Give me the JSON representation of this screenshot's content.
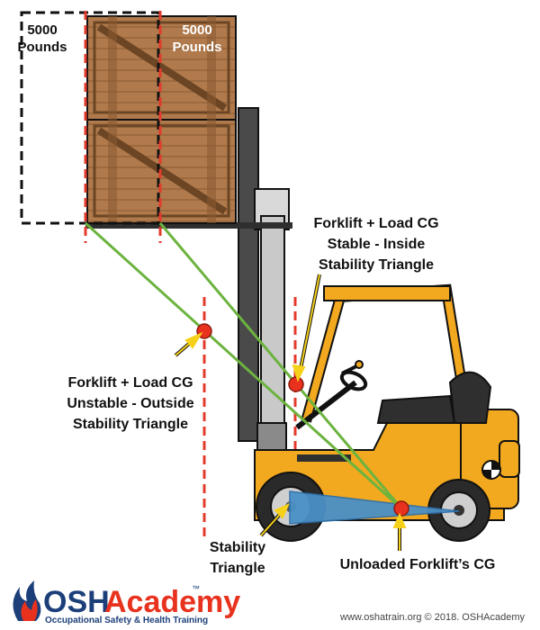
{
  "labels": {
    "load_left_line1": "5000",
    "load_left_line2": "Pounds",
    "load_right_line1": "5000",
    "load_right_line2": "Pounds",
    "stable_line1": "Forklift + Load CG",
    "stable_line2": "Stable - Inside",
    "stable_line3": "Stability Triangle",
    "unstable_line1": "Forklift + Load CG",
    "unstable_line2": "Unstable - Outside",
    "unstable_line3": "Stability Triangle",
    "triangle_line1": "Stability",
    "triangle_line2": "Triangle",
    "unloaded_cg": "Unloaded Forklift’s CG"
  },
  "branding": {
    "logo_osh": "OSH",
    "logo_academy": "Academy",
    "logo_tm": "™",
    "logo_tagline": "Occupational Safety & Health Training",
    "copyright": "www.oshatrain.org © 2018. OSHAcademy"
  },
  "colors": {
    "crate": "#b07a4c",
    "forklift": "#f2a81f",
    "cg_point": "#e8321e",
    "triangle": "#4a90c6",
    "green_line": "#6cb33f",
    "red_dash": "#e33b2b",
    "arrow": "#f6d11a",
    "logo_blue": "#1c3f7a"
  }
}
